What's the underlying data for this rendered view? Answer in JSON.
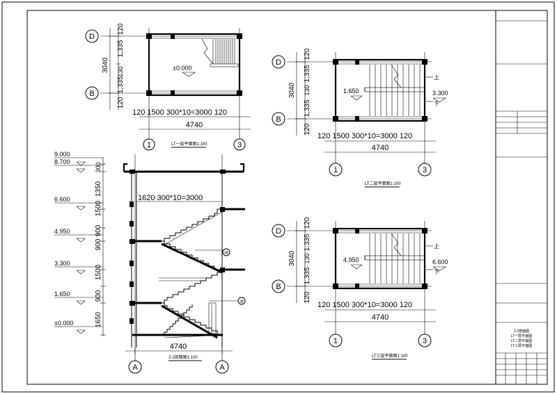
{
  "plan1": {
    "axis_d": "D",
    "axis_b": "B",
    "axis_1": "1",
    "axis_3": "3",
    "dim_top": "120",
    "dim_mid1": "1,335",
    "dim_mid2": "1,335",
    "dim_130": "130",
    "dim_bot": "120",
    "dim_total": "3040",
    "dim_h": "120  1500 300*10=3000  120",
    "dim_width": "4740",
    "level": "±0.000",
    "caption": "LT一层平面图1:100"
  },
  "plan2": {
    "axis_d": "D",
    "axis_b": "B",
    "axis_1": "1",
    "axis_3": "3",
    "dim_top": "120",
    "dim_mid1": "1,335",
    "dim_mid2": "1,335",
    "dim_130": "130",
    "dim_bot": "120",
    "dim_total": "3040",
    "dim_h": "120  1500 300*10=3000  120",
    "dim_width": "4740",
    "level_left": "1.650",
    "level_right": "3.300",
    "up": "上",
    "down": "下",
    "caption": "LT二层平面图1:100"
  },
  "plan3": {
    "axis_d": "D",
    "axis_b": "B",
    "axis_1": "1",
    "axis_3": "3",
    "dim_top": "120",
    "dim_mid1": "1,335",
    "dim_mid2": "1,335",
    "dim_130": "130",
    "dim_bot": "120",
    "dim_total": "3040",
    "dim_h": "120  1500 300*10=3000  120",
    "dim_width": "4740",
    "level_left": "4.950",
    "level_right": "6.600",
    "up": "上",
    "down": "下",
    "caption": "LT三层平面图1:100"
  },
  "section": {
    "levels": [
      "9.000",
      "8.700",
      "6.600",
      "4.950",
      "3.300",
      "1.650",
      "±0.000"
    ],
    "vdims": [
      "300",
      "1350",
      "1500",
      "900",
      "900",
      "1500",
      "900",
      "1650"
    ],
    "dim_stair": "1620   300*10=3000",
    "dim_width": "4740",
    "axis_left": "A",
    "axis_right": "A",
    "marker_a": "⑩",
    "marker_b": "⑩",
    "caption": "2-2剖面图1:100"
  },
  "title_block": {
    "lines": [
      "2-2剖面图",
      "LT一层平面图",
      "LT二层平面图",
      "LT三层平面图"
    ]
  }
}
